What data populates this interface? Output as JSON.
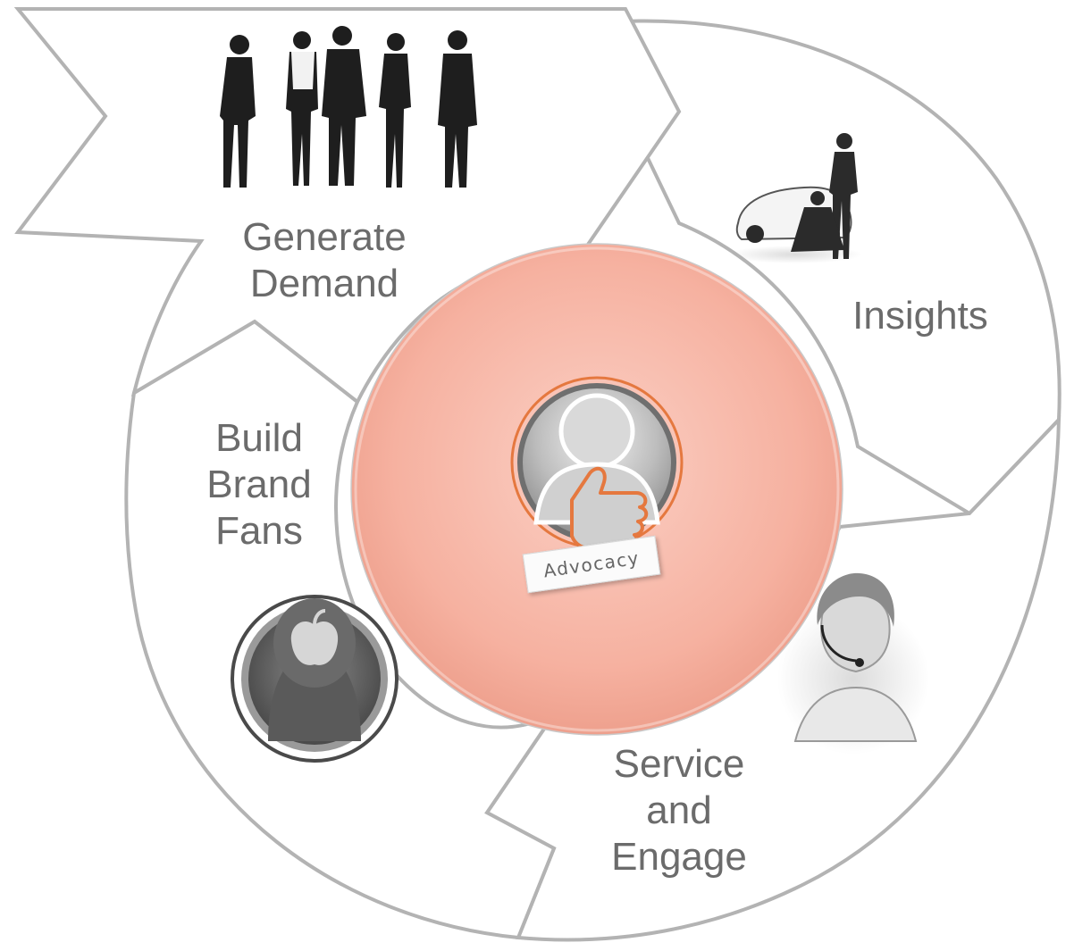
{
  "diagram": {
    "center": {
      "label": "Advocacy",
      "fill": "#f7b3a3",
      "accent": "#e5783f"
    },
    "segments": [
      {
        "id": "generate-demand",
        "lines": [
          "Generate",
          "Demand"
        ],
        "image": "business-people-group"
      },
      {
        "id": "insights",
        "lines": [
          "Insights"
        ],
        "image": "car-and-people"
      },
      {
        "id": "service-and-engage",
        "lines": [
          "Service",
          "and",
          "Engage"
        ],
        "image": "headset-agent"
      },
      {
        "id": "build-brand-fans",
        "lines": [
          "Build",
          "Brand",
          "Fans"
        ],
        "image": "apple-logo-haircut"
      }
    ],
    "outline_color": "#b3b3b3",
    "text_color": "#6b6b6b"
  }
}
